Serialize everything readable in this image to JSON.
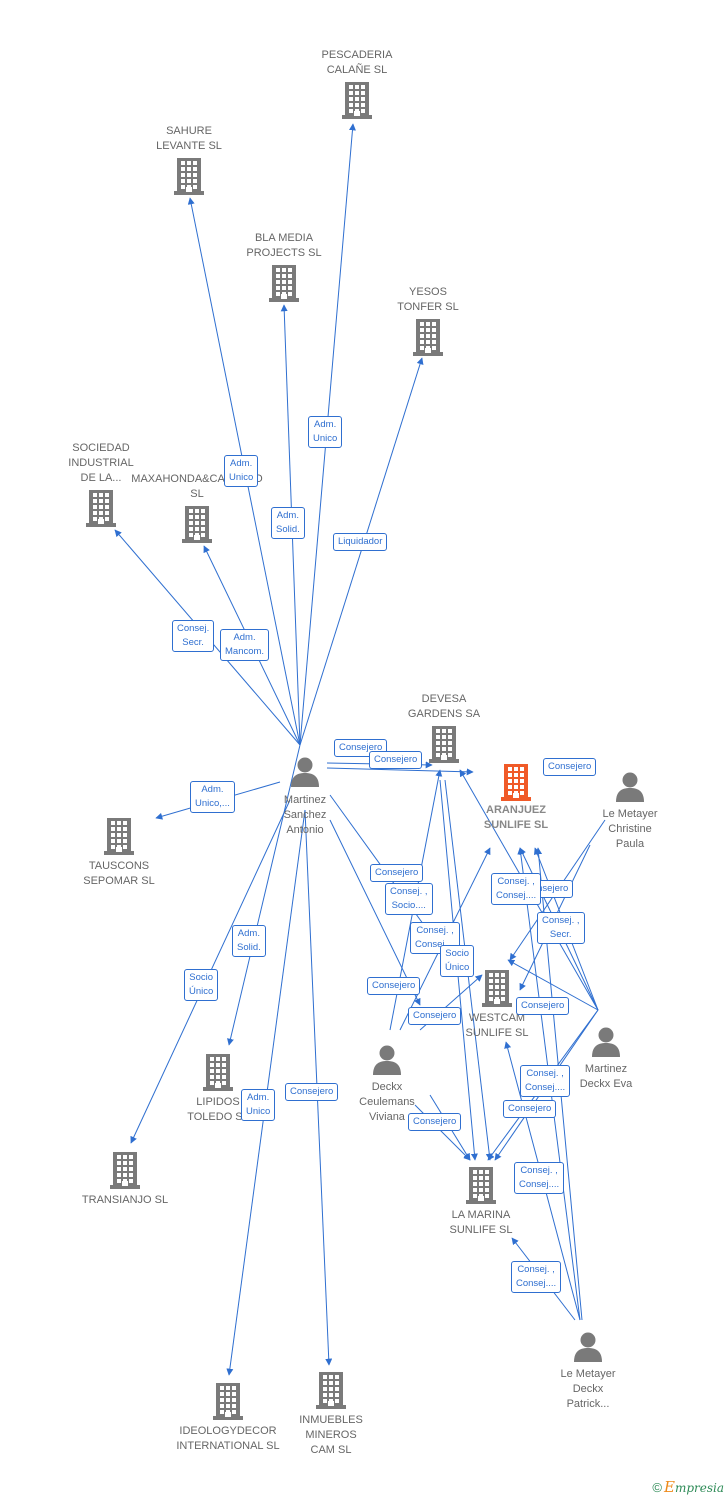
{
  "colors": {
    "edge": "#2f6fd0",
    "company": "#7a7a7a",
    "focus_company": "#f05a28",
    "person": "#7a7a7a",
    "label": "#666666"
  },
  "nodes": [
    {
      "id": "pescaderia",
      "type": "company",
      "label": "PESCADERIA\nCALAÑE  SL"
    },
    {
      "id": "sahure",
      "type": "company",
      "label": "SAHURE\nLEVANTE SL"
    },
    {
      "id": "bla",
      "type": "company",
      "label": "BLA MEDIA\nPROJECTS SL"
    },
    {
      "id": "yesos",
      "type": "company",
      "label": "YESOS\nTONFER SL"
    },
    {
      "id": "sociedad",
      "type": "company",
      "label": "SOCIEDAD\nINDUSTRIAL\nDE LA..."
    },
    {
      "id": "maxahonda",
      "type": "company",
      "label": "MAXAHONDA&CASTILLO\nSL"
    },
    {
      "id": "devesa",
      "type": "company",
      "label": "DEVESA\nGARDENS SA"
    },
    {
      "id": "aranjuez",
      "type": "company",
      "focus": true,
      "label": "ARANJUEZ\nSUNLIFE  SL"
    },
    {
      "id": "tauscons",
      "type": "company",
      "label": "TAUSCONS\nSEPOMAR  SL"
    },
    {
      "id": "westcam",
      "type": "company",
      "label": "WESTCAM\nSUNLIFE  SL"
    },
    {
      "id": "lipidos",
      "type": "company",
      "label": "LIPIDOS\nTOLEDO SL"
    },
    {
      "id": "transianjo",
      "type": "company",
      "label": "TRANSIANJO SL"
    },
    {
      "id": "lamarina",
      "type": "company",
      "label": "LA MARINA\nSUNLIFE  SL"
    },
    {
      "id": "ideology",
      "type": "company",
      "label": "IDEOLOGYDECOR\nINTERNATIONAL SL"
    },
    {
      "id": "inmuebles",
      "type": "company",
      "label": "INMUEBLES\nMINEROS\nCAM SL"
    },
    {
      "id": "martinez",
      "type": "person",
      "label": "Martinez\nSanchez\nAntonio"
    },
    {
      "id": "christine",
      "type": "person",
      "label": "Le Metayer\nChristine\nPaula"
    },
    {
      "id": "eva",
      "type": "person",
      "label": "Martinez\nDeckx Eva"
    },
    {
      "id": "deckx",
      "type": "person",
      "label": "Deckx\nCeulemans\nViviana"
    },
    {
      "id": "patrick",
      "type": "person",
      "label": "Le Metayer\nDeckx\nPatrick..."
    }
  ],
  "edge_labels": [
    "Adm.\nUnico",
    "Adm.\nUnico",
    "Adm.\nSolid.",
    "Liquidador",
    "Consej.\nSecr.",
    "Adm.\nMancom.",
    "Consejero",
    "Consejero",
    "Adm.\nUnico,...",
    "Consejero",
    "Consejero",
    "Consej. ,\nSocio....",
    "Consej. ,\nConsej....",
    "Socio\nÚnico",
    "Consejero",
    "Consejero",
    "Consej. ,\nSecr.",
    "Consejero",
    "Consejero",
    "Consej. ,\nConsej....",
    "Adm.\nSolid.",
    "Socio\nÚnico",
    "Adm.\nUnico",
    "Consejero",
    "Consej. ,\nConsej....",
    "Consejero",
    "Consejero",
    "Consej. ,\nConsej....",
    "Consej. ,\nConsej...."
  ],
  "brand": {
    "copyright": "©",
    "initial": "E",
    "rest": "mpresia"
  }
}
